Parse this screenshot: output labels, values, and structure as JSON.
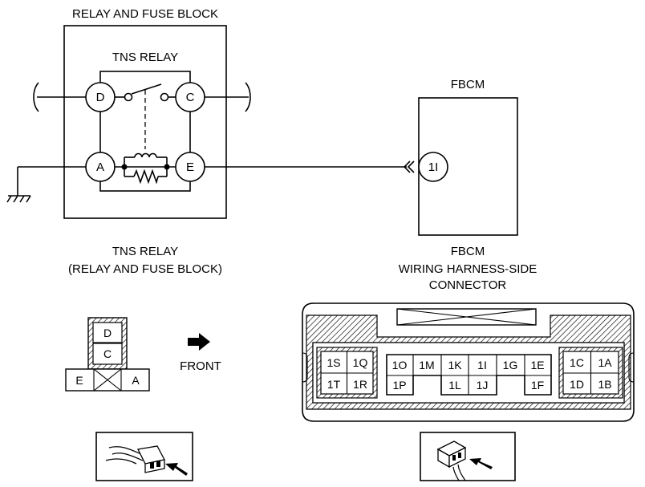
{
  "schematic": {
    "relay_block_title": "RELAY AND FUSE BLOCK",
    "relay_title": "TNS RELAY",
    "module_title": "FBCM",
    "relay_pins": {
      "d": "D",
      "c": "C",
      "a": "A",
      "e": "E"
    },
    "module_pin": "1I"
  },
  "relay_connector": {
    "caption_line1": "TNS RELAY",
    "caption_line2": "(RELAY AND FUSE BLOCK)",
    "cavities": {
      "top": "D",
      "middle": "C",
      "left": "E",
      "right": "A"
    },
    "front_label": "FRONT"
  },
  "fbcm_connector": {
    "caption_line1": "FBCM",
    "caption_line2": "WIRING HARNESS-SIDE",
    "caption_line3": "CONNECTOR",
    "left_group": {
      "top": [
        "1S",
        "1Q"
      ],
      "bottom": [
        "1T",
        "1R"
      ]
    },
    "middle_top": [
      "1O",
      "1M",
      "1K",
      "1I",
      "1G",
      "1E"
    ],
    "middle_bottom": [
      "1P",
      "1L",
      "1J",
      "1F"
    ],
    "right_group": {
      "top": [
        "1C",
        "1A"
      ],
      "bottom": [
        "1D",
        "1B"
      ]
    }
  },
  "colors": {
    "line": "#000000",
    "background": "#ffffff"
  }
}
